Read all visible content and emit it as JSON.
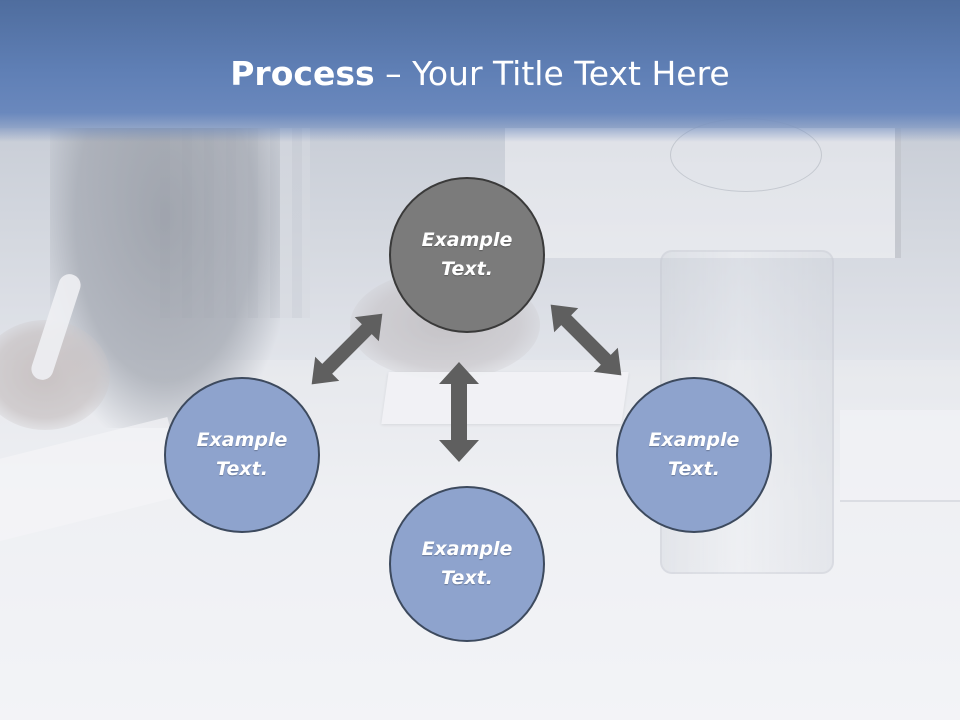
{
  "slide": {
    "title_bold": "Process",
    "title_rest": " – Your Title Text Here"
  },
  "diagram": {
    "center": {
      "line1": "Example",
      "line2": "Text."
    },
    "left": {
      "line1": "Example",
      "line2": "Text."
    },
    "right": {
      "line1": "Example",
      "line2": "Text."
    },
    "bottom": {
      "line1": "Example",
      "line2": "Text."
    }
  },
  "colors": {
    "title_bar": "#5f7fb5",
    "center_node": "#7b7b7b",
    "outer_node": "#8ea3cd",
    "arrow": "#5f5f5f"
  },
  "icons": [
    "double-arrow"
  ]
}
